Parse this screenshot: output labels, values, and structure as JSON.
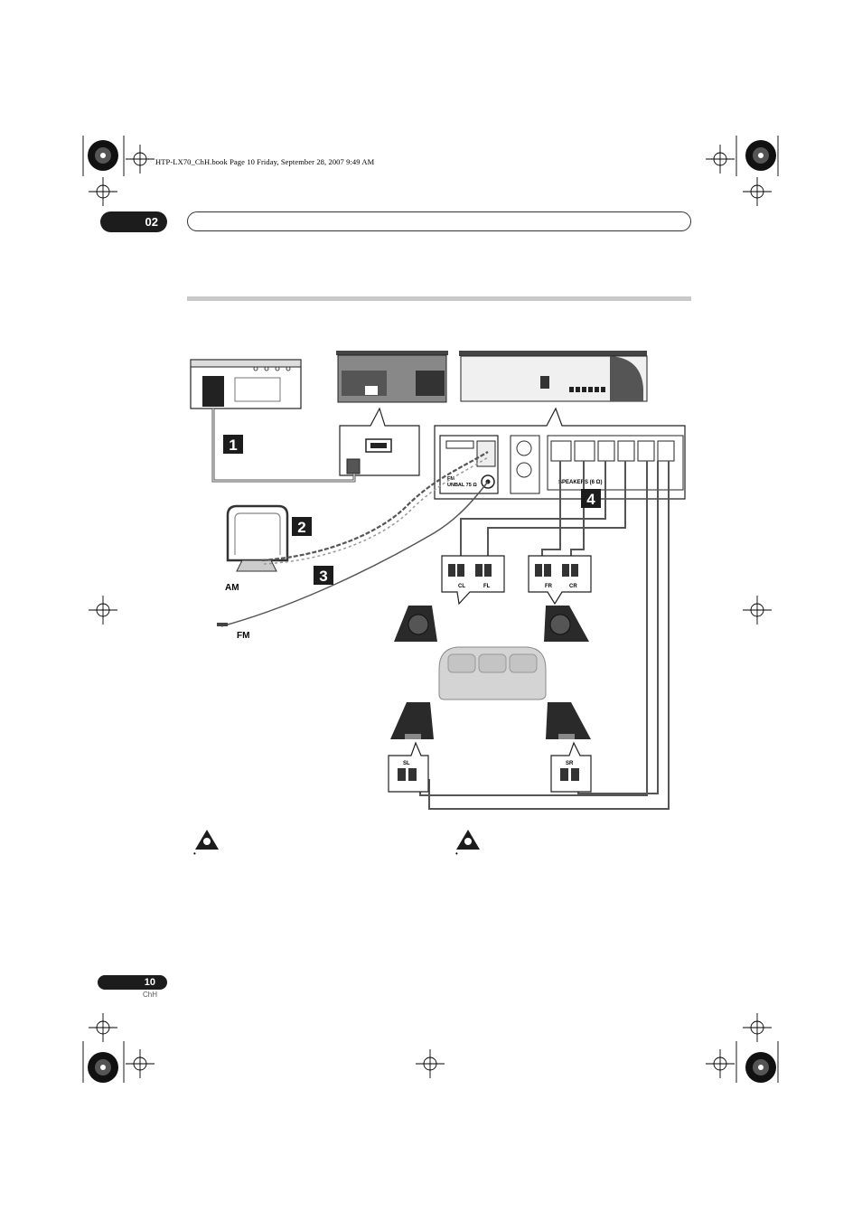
{
  "header": {
    "file_info": "HTP-LX70_ChH.book  Page 10  Friday, September 28, 2007  9:49 AM",
    "chapter_number": "02",
    "chapter_title": ""
  },
  "diagram": {
    "steps": [
      "1",
      "2",
      "3",
      "4"
    ],
    "antenna_labels": {
      "am": "AM",
      "fm": "FM"
    },
    "terminal_labels": {
      "fm_input_line1": "FM",
      "fm_input_line2": "UNBAL 75 Ω",
      "speakers": "SPEAKERS (6 Ω)"
    },
    "speaker_labels": {
      "center": "CL",
      "front_left": "FL",
      "front_right": "FR",
      "center_right": "CR",
      "surround_left": "SL",
      "surround_right": "SR"
    }
  },
  "notes": {
    "left_bullet": "•",
    "right_bullet": "•"
  },
  "footer": {
    "page_number": "10",
    "language": "ChH"
  },
  "colors": {
    "dark": "#1c1c1c",
    "rule": "#c9c9c9",
    "sofa": "#d4d4d4",
    "speaker": "#2a2a2a"
  }
}
